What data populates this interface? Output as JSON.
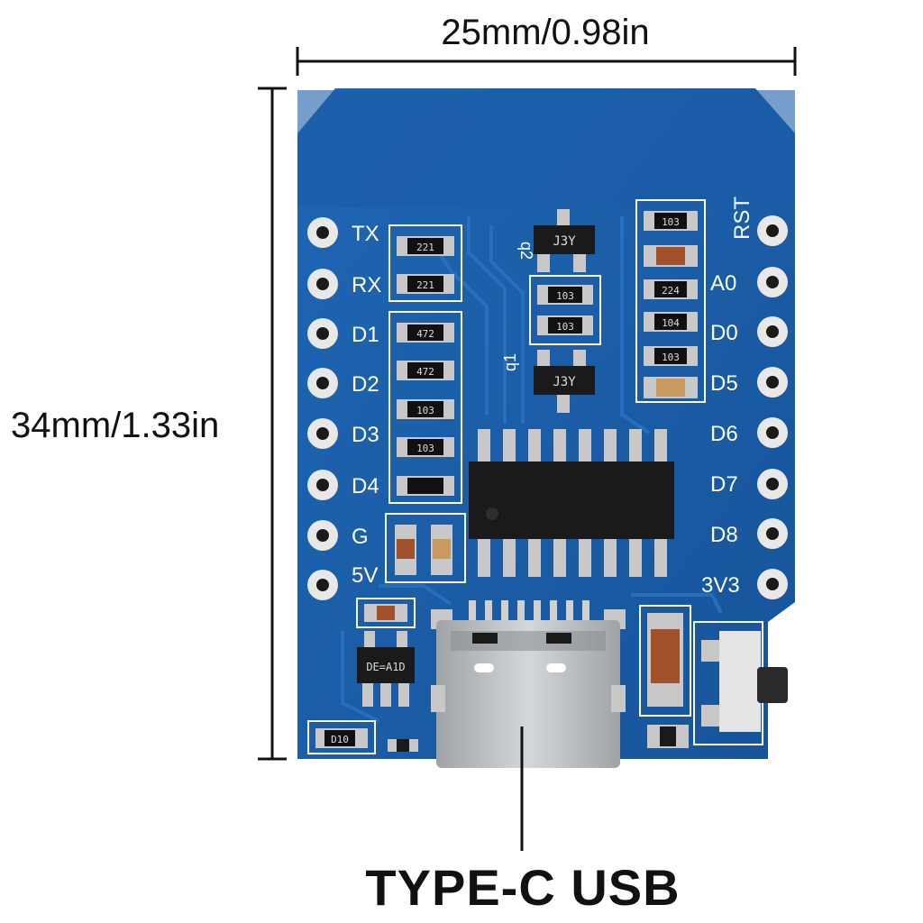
{
  "dimensions": {
    "width_label": "25mm/0.98in",
    "height_label": "34mm/1.33in"
  },
  "callout": {
    "usb_label": "TYPE-C USB"
  },
  "board": {
    "left_pins": [
      "TX",
      "RX",
      "D1",
      "D2",
      "D3",
      "D4",
      "G",
      "5V"
    ],
    "right_pins": [
      "RST",
      "A0",
      "D0",
      "D5",
      "D6",
      "D7",
      "D8",
      "3V3"
    ],
    "component_markings": {
      "res_tx": "221",
      "res_rx": "221",
      "res_d1": "472",
      "res_d2": "472",
      "res_d3": "103",
      "res_d4": "103",
      "res_mid1": "103",
      "res_mid2": "103",
      "res_rst": "103",
      "res_a0": "224",
      "res_d0": "104",
      "res_r4": "103",
      "transistor_top": "J3Y",
      "transistor_bottom": "J3Y",
      "transistor_top_label": "q2",
      "transistor_bottom_label": "q1",
      "regulator": "DE=A1D",
      "diode": "D10"
    }
  },
  "colors": {
    "pcb": "#1b5ea8",
    "pcb_dark": "#0f4a8c",
    "silkscreen": "#ffffff",
    "ic": "#1a1a1a",
    "usb_metal": "#b8bcc0"
  }
}
